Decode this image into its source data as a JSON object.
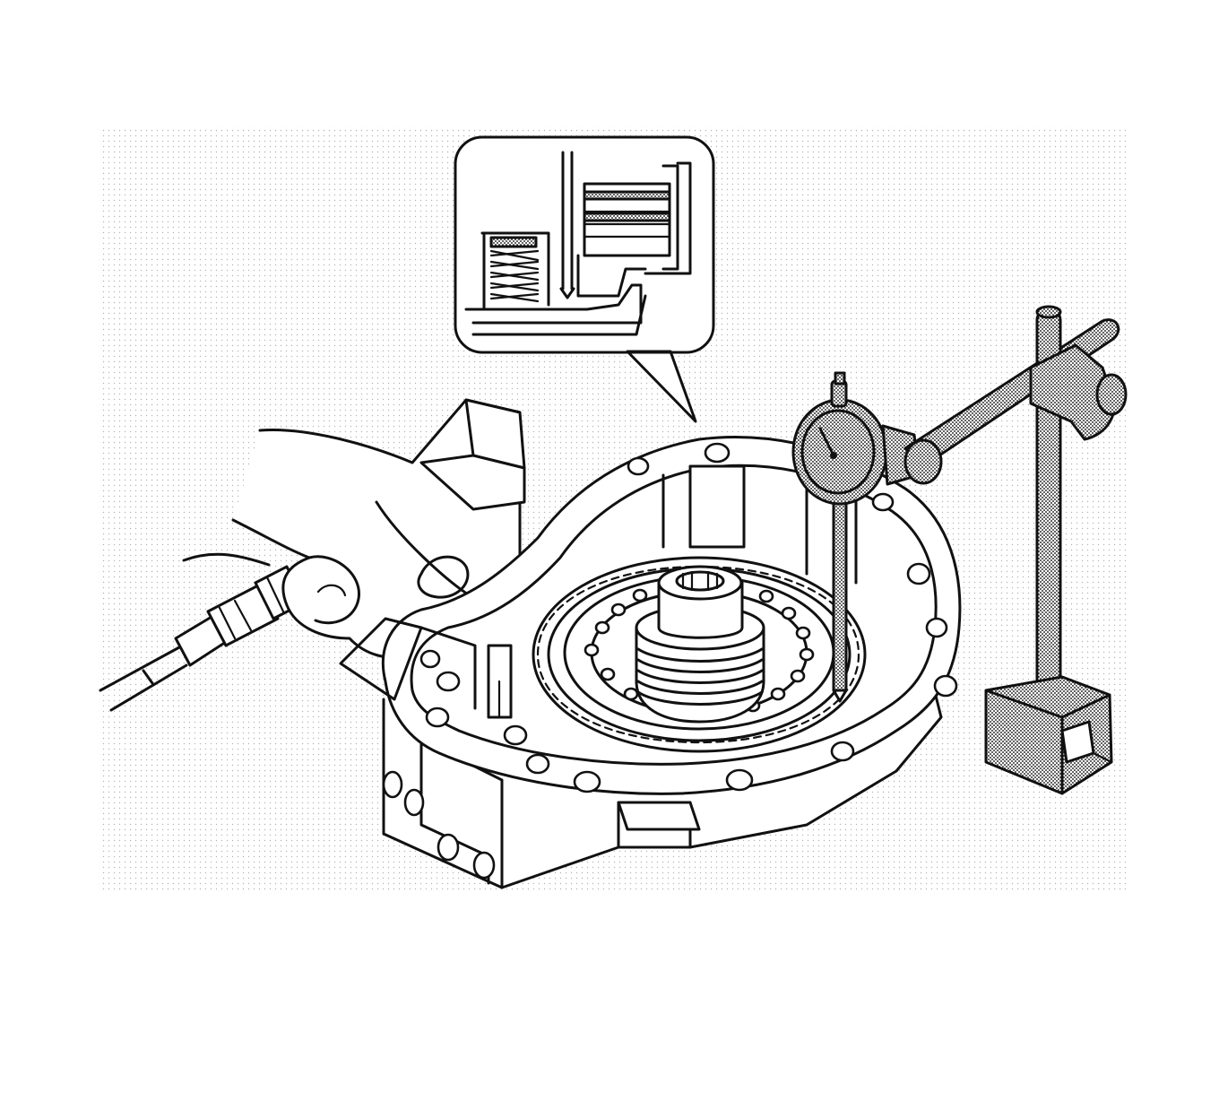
{
  "figure": {
    "colors": {
      "line": "#111111",
      "paper": "#ffffff",
      "stipple": "#b5b5b5"
    },
    "parts": [
      "air-gun",
      "hand",
      "transmission-case",
      "clutch-piston-assembly",
      "dial-indicator",
      "magnetic-base",
      "detail-inset"
    ]
  }
}
